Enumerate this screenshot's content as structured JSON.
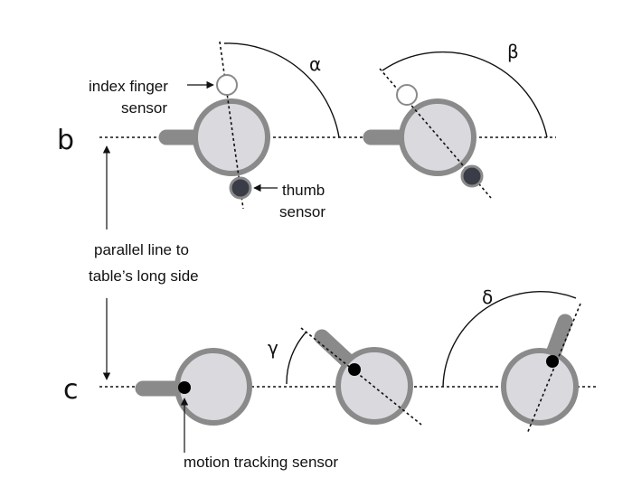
{
  "labels": {
    "row_b": "b",
    "row_c": "c",
    "index_line1": "index finger",
    "index_line2": "sensor",
    "thumb_line1": "thumb",
    "thumb_line2": "sensor",
    "parallel_line1": "parallel line to",
    "parallel_line2": "table’s long side",
    "motion_sensor": "motion tracking sensor",
    "alpha": "α",
    "beta": "β",
    "gamma": "γ",
    "delta": "δ"
  },
  "colors": {
    "knob_fill": "#d9d9de",
    "knob_stroke": "#8a8a8a",
    "thumb_sensor": "#3a3d48",
    "index_sensor": "#ffffff",
    "motion_sensor": "#000000"
  }
}
